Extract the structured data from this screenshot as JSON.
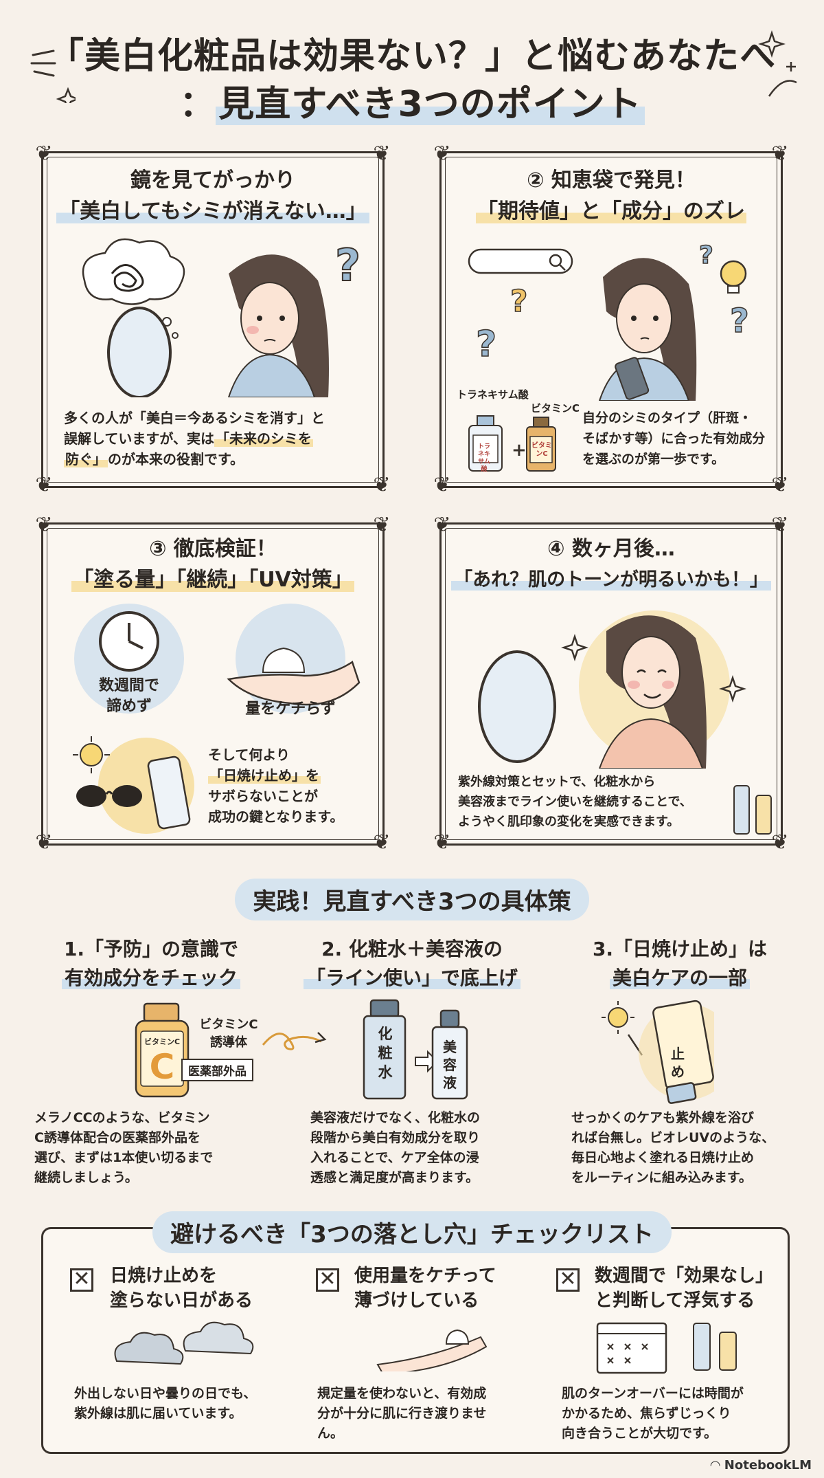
{
  "title": {
    "line1": "「美白化粧品は効果ない？」と悩むあなたへ",
    "line2_prefix": "：",
    "line2": "見直すべき3つのポイント"
  },
  "panels": [
    {
      "title1": "鏡を見てがっかり",
      "title2": "「美白してもシミが消えない…」",
      "text": [
        "多くの人が「美白＝今あるシミを消す」と",
        "誤解していますが、実は",
        "「未来のシミを",
        "防ぐ」",
        "のが本来の役割です。"
      ]
    },
    {
      "title1": "② 知恵袋で発見！",
      "title2": "「期待値」と「成分」のズレ",
      "label_a": "トラネキサム酸",
      "label_b": "ビタミンC",
      "bottle_a": "トラネキサム酸",
      "bottle_b": "ビタミンC",
      "text": [
        "自分のシミのタイプ（肝斑・",
        "そばかす等）に合った有効成分",
        "を選ぶのが第一歩です。"
      ]
    },
    {
      "title1": "③ 徹底検証！",
      "title2": "「塗る量」「継続」「UV対策」",
      "clock_caption": [
        "数週間で",
        "諦めず"
      ],
      "hand_caption": "量をケチらず",
      "text": [
        "そして何より",
        "「日焼け止め」を",
        "サボらないことが",
        "成功の鍵となります。"
      ]
    },
    {
      "title1": "④ 数ヶ月後…",
      "title2": "「あれ？肌のトーンが明るいかも！」",
      "text": [
        "紫外線対策とセットで、化粧水から",
        "美容液までライン使いを継続することで、",
        "ようやく肌印象の変化を実感できます。"
      ]
    }
  ],
  "practice": {
    "heading": "実践！見直すべき3つの具体策",
    "items": [
      {
        "title1": "1.「予防」の意識で",
        "title2": "有効成分をチェック",
        "bottle_label": "ビタミンC",
        "bottle_letter": "C",
        "tag1": "ビタミンC",
        "tag2": "誘導体",
        "tag3": "医薬部外品",
        "text": [
          "メラノCCのような、ビタミン",
          "C誘導体配合の医薬部外品を",
          "選び、まずは1本使い切るまで",
          "継続しましょう。"
        ]
      },
      {
        "title1": "2. 化粧水＋美容液の",
        "title2": "「ライン使い」で底上げ",
        "bottle1": "化粧水",
        "bottle2": "美容液",
        "text": [
          "美容液だけでなく、化粧水の",
          "段階から美白有効成分を取り",
          "入れることで、ケア全体の浸",
          "透感と満足度が高まります。"
        ]
      },
      {
        "title1": "3.「日焼け止め」は",
        "title2": "美白ケアの一部",
        "tube_label": "止め",
        "text": [
          "せっかくのケアも紫外線を浴び",
          "れば台無し。ビオレUVのような、",
          "毎日心地よく塗れる日焼け止め",
          "をルーティンに組み込みます。"
        ]
      }
    ]
  },
  "checklist": {
    "heading": "避けるべき「3つの落とし穴」チェックリスト",
    "items": [
      {
        "title1": "日焼け止めを",
        "title2": "塗らない日がある",
        "text": [
          "外出しない日や曇りの日でも、",
          "紫外線は肌に届いています。"
        ]
      },
      {
        "title1": "使用量をケチって",
        "title2": "薄づけしている",
        "text": [
          "規定量を使わないと、有効成",
          "分が十分に肌に行き渡りませ",
          "ん。"
        ]
      },
      {
        "title1": "数週間で「効果なし」",
        "title2": "と判断して浮気する",
        "text": [
          "肌のターンオーバーには時間が",
          "かかるため、焦らずじっくり",
          "向き合うことが大切です。"
        ]
      }
    ]
  },
  "brand": "NotebookLM",
  "colors": {
    "background": "#f7f1ea",
    "blue": "#cfe0ee",
    "yellow": "#f7e1a8",
    "ink": "#3a332d"
  }
}
